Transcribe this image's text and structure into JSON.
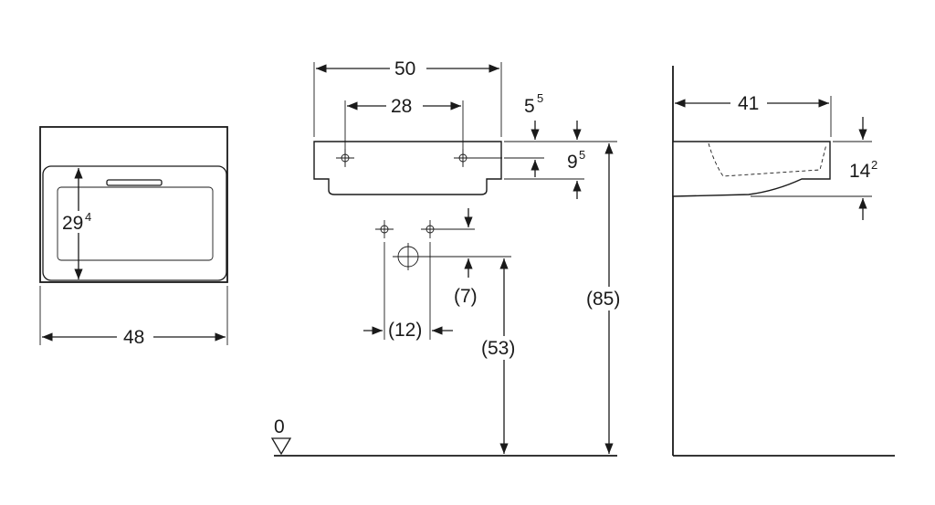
{
  "top_view": {
    "width_dim": "48",
    "depth_dim_main": "29",
    "depth_dim_sup": "4"
  },
  "front_view": {
    "overall_width_dim": "50",
    "tap_hole_spacing_dim": "28",
    "top_offset_main": "5",
    "top_offset_sup": "5",
    "rim_height_main": "9",
    "rim_height_sup": "5",
    "waste_offset_dim": "(7)",
    "waste_spacing_dim": "(12)",
    "waste_height_dim": "(53)",
    "mounting_height_dim": "(85)",
    "floor_level_label": "0"
  },
  "side_view": {
    "projection_dim": "41",
    "thickness_main": "14",
    "thickness_sup": "2"
  },
  "colors": {
    "line": "#1a1a1a",
    "background": "#ffffff"
  }
}
